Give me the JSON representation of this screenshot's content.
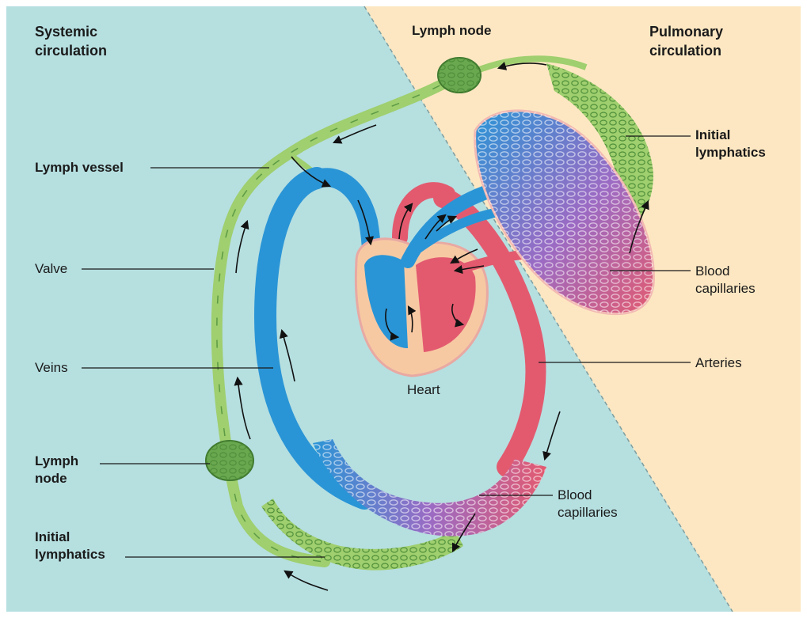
{
  "regions": {
    "systemic": [
      "Systemic",
      "circulation"
    ],
    "pulmonary": [
      "Pulmonary",
      "circulation"
    ]
  },
  "labels": {
    "lymph_node_top": "Lymph node",
    "initial_lymphatics_right": [
      "Initial",
      "lymphatics"
    ],
    "lymph_vessel": "Lymph vessel",
    "valve": "Valve",
    "blood_capillaries_right": [
      "Blood",
      "capillaries"
    ],
    "veins": "Veins",
    "heart": "Heart",
    "arteries": "Arteries",
    "lymph_node_left": [
      "Lymph",
      "node"
    ],
    "blood_capillaries_bottom": [
      "Blood",
      "capillaries"
    ],
    "initial_lymphatics_left": [
      "Initial",
      "lymphatics"
    ]
  },
  "colors": {
    "systemic_bg": "#b6dfe0",
    "pulmonary_bg": "#fde7c2",
    "vein_blue": "#2a95d6",
    "artery_red": "#e35a6f",
    "lymph_green": "#9fcf6e",
    "lymph_node_green": "#6aa84f",
    "capillary_purple": "#9b6bc4"
  }
}
